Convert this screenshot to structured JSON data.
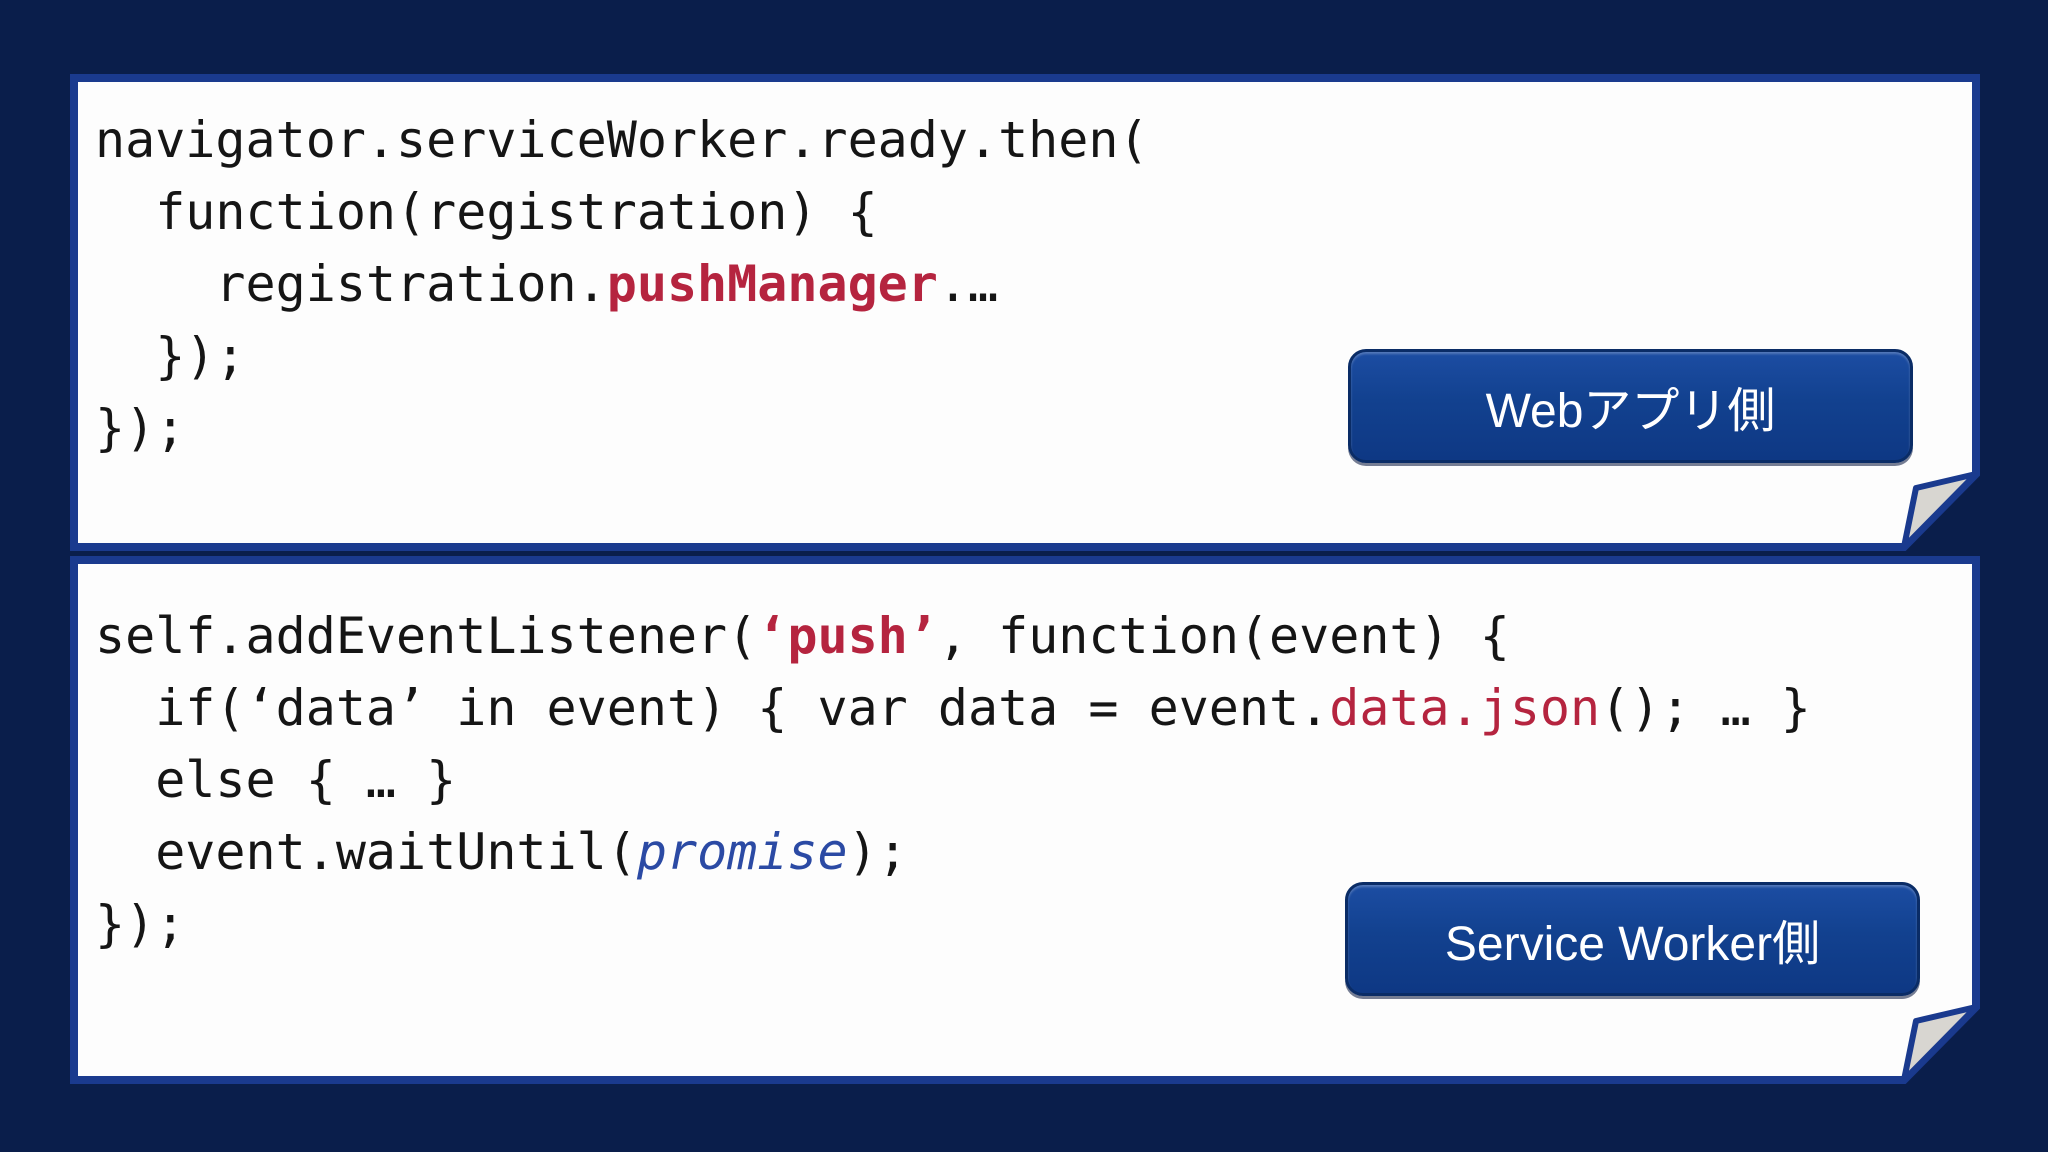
{
  "slide": {
    "background_color": "#0a1e4b",
    "panel_border_color": "#1a3a8e",
    "panel_fill_color": "#fdfdfd",
    "fold_fill_color": "#d8d6d1",
    "code_color": "#151515",
    "keyword_color": "#b5243f",
    "variable_color": "#2b4aa4",
    "button_fill_color": "#12418f",
    "button_border_color": "#0a2c66",
    "button_text_color": "#ffffff"
  },
  "blocks": [
    {
      "label": "Webアプリ側",
      "lines": [
        [
          {
            "t": "navigator.serviceWorker.ready.then(",
            "c": "plain"
          }
        ],
        [
          {
            "t": "  function(registration) {",
            "c": "plain"
          }
        ],
        [
          {
            "t": "    registration.",
            "c": "plain"
          },
          {
            "t": "pushManager",
            "c": "kw"
          },
          {
            "t": ".…",
            "c": "plain"
          }
        ],
        [
          {
            "t": "  });",
            "c": "plain"
          }
        ],
        [
          {
            "t": "});",
            "c": "plain"
          }
        ]
      ]
    },
    {
      "label": "Service Worker側",
      "lines": [
        [
          {
            "t": "self.addEventListener(",
            "c": "plain"
          },
          {
            "t": "‘push’",
            "c": "kw"
          },
          {
            "t": ", function(event) {",
            "c": "plain"
          }
        ],
        [
          {
            "t": "  if(‘data’ in event) { var data = event.",
            "c": "plain"
          },
          {
            "t": "data.json",
            "c": "accent"
          },
          {
            "t": "(); … }",
            "c": "plain"
          }
        ],
        [
          {
            "t": "  else { … }",
            "c": "plain"
          }
        ],
        [
          {
            "t": "  event.waitUntil(",
            "c": "plain"
          },
          {
            "t": "promise",
            "c": "var"
          },
          {
            "t": ");",
            "c": "plain"
          }
        ],
        [
          {
            "t": "});",
            "c": "plain"
          }
        ]
      ]
    }
  ]
}
